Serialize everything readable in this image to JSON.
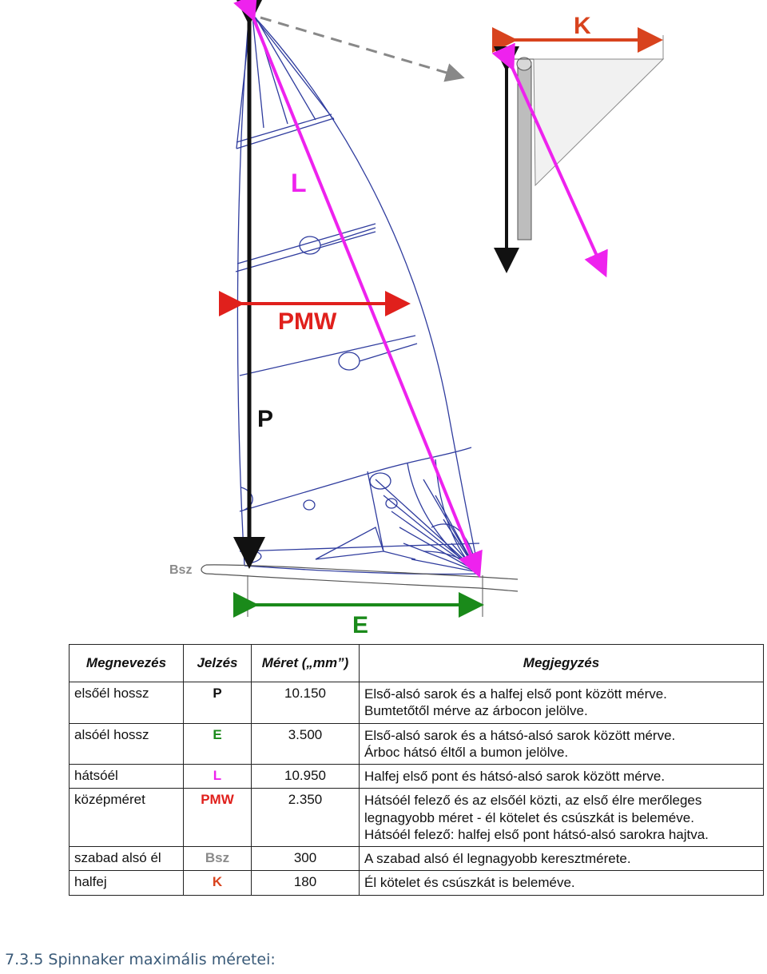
{
  "diagram": {
    "labels": {
      "L": "L",
      "PMW": "PMW",
      "P": "P",
      "E": "E",
      "K": "K",
      "Bsz": "Bsz"
    },
    "colors": {
      "sail_outline": "#2f3c9e",
      "L": "#ee22ee",
      "PMW": "#e0201c",
      "P": "#111111",
      "E": "#1a8a1a",
      "K": "#d8431e",
      "Bsz": "#8a8a8a",
      "dashed": "#888888",
      "head_grey": "#bdbdbd"
    }
  },
  "table": {
    "headers": {
      "name": "Megnevezés",
      "symbol": "Jelzés",
      "size": "Méret („mm”)",
      "note": "Megjegyzés"
    },
    "rows": [
      {
        "name": "elsőél hossz",
        "symbol": "P",
        "symbol_color": "#111111",
        "size": "10.150",
        "note": [
          "Első-alsó sarok és a halfej első pont között mérve.",
          "Bumtetőtől mérve az árbocon jelölve."
        ]
      },
      {
        "name": "alsóél hossz",
        "symbol": "E",
        "symbol_color": "#1a8a1a",
        "size": "3.500",
        "note": [
          "Első-alsó sarok és a hátsó-alsó sarok között mérve.",
          "Árboc hátsó éltől a bumon jelölve."
        ]
      },
      {
        "name": "hátsóél",
        "symbol": "L",
        "symbol_color": "#ee22ee",
        "size": "10.950",
        "note": [
          "Halfej első pont és hátsó-alsó sarok között mérve."
        ]
      },
      {
        "name": "középméret",
        "symbol": "PMW",
        "symbol_color": "#e0201c",
        "size": "2.350",
        "note": [
          "Hátsóél felező és az elsőél közti, az első élre merőleges",
          "legnagyobb méret - él kötelet és csúszkát is beleméve.",
          "Hátsóél felező: halfej első pont hátsó-alsó sarokra hajtva."
        ]
      },
      {
        "name": "szabad alsó él",
        "symbol": "Bsz",
        "symbol_color": "#8a8a8a",
        "size": "300",
        "note": [
          "A szabad alsó él legnagyobb keresztmérete."
        ]
      },
      {
        "name": "halfej",
        "symbol": "K",
        "symbol_color": "#d8431e",
        "size": "180",
        "note": [
          "Él kötelet és csúszkát is beleméve."
        ]
      }
    ]
  },
  "section_heading": "7.3.5 Spinnaker maximális méretei:"
}
